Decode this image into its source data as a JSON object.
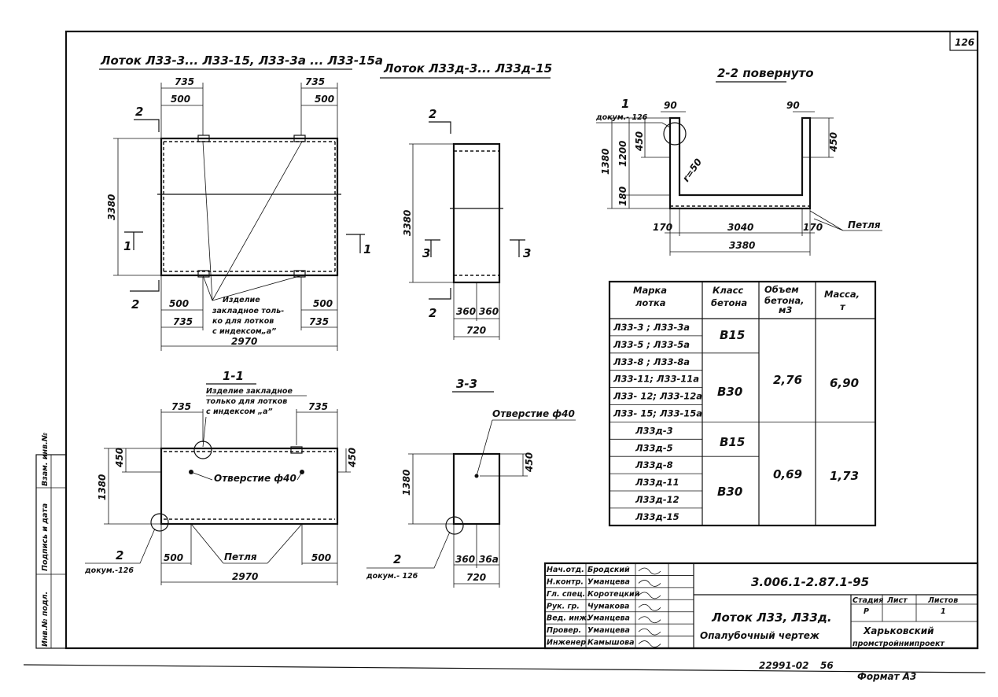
{
  "sheet_number": "126",
  "views": {
    "plan_l33": {
      "title": "Лоток Л33-3... Л33-15, Л33-3а ... Л33-15а",
      "dims": {
        "top_735_left": "735",
        "top_735_right": "735",
        "top_500_left": "500",
        "top_500_right": "500",
        "height": "3380",
        "bot_500_left": "500",
        "bot_500_right": "500",
        "bot_735_left": "735",
        "bot_735_right": "735",
        "total": "2970"
      },
      "section_marks": {
        "s2_top": "2",
        "s2_bottom": "2",
        "s1_left": "1",
        "s1_right": "1"
      },
      "note": [
        "Изделие",
        "закладное толь-",
        "ко для лотков",
        "с индексом„а”"
      ]
    },
    "plan_l33d": {
      "title": "Лоток Л33д-3... Л33д-15",
      "dims": {
        "height": "3380",
        "w1": "360",
        "w2": "360",
        "total": "720"
      },
      "section_marks": {
        "s2_top": "2",
        "s2_bottom": "2",
        "s3_left": "3",
        "s3_right": "3"
      }
    },
    "section_22": {
      "title": "2-2 повернуто",
      "dims": {
        "top_left": "90",
        "top_right": "90",
        "h_1380": "1380",
        "h_1200": "1200",
        "h_450_left": "450",
        "h_450_right": "450",
        "h_180": "180",
        "radius": "r=50",
        "bot_170_left": "170",
        "bot_170_right": "170",
        "inner": "3040",
        "total": "3380"
      },
      "callout": {
        "num": "1",
        "doc": "докум.- 126"
      },
      "loop_label": "Петля"
    },
    "section_11": {
      "title": "1-1",
      "note": [
        "Изделие закладное",
        "только для лотков",
        "с индексом „а”"
      ],
      "dims": {
        "top_left": "735",
        "top_right": "735",
        "h_450_left": "450",
        "h_450_right": "450",
        "h_1380": "1380",
        "bot_500_left": "500",
        "bot_500_right": "500",
        "total": "2970"
      },
      "hole_label": "Отверстие ф40",
      "loop_label": "Петля",
      "callout": {
        "num": "2",
        "doc": "докум.-126"
      }
    },
    "section_33": {
      "title": "3-3",
      "hole_label": "Отверстие ф40",
      "dims": {
        "h_1380": "1380",
        "h_450": "450",
        "w1": "360",
        "w2": "36а",
        "total": "720"
      },
      "callout": {
        "num": "2",
        "doc": "докум.- 126"
      }
    }
  },
  "spec_table": {
    "headers": [
      [
        "Марка",
        "лотка"
      ],
      [
        "Класс",
        "бетона"
      ],
      [
        "Объем",
        "бетона,",
        "м3"
      ],
      [
        "Масса,",
        "т"
      ]
    ],
    "marks": [
      "Л33-3 ; Л33-3а",
      "Л33-5 ; Л33-5а",
      "Л33-8 ; Л33-8а",
      "Л33-11; Л33-11а",
      "Л33- 12; Л33-12а",
      "Л33- 15; Л33-15а",
      "Л33д-3",
      "Л33д-5",
      "Л33д-8",
      "Л33д-11",
      "Л33д-12",
      "Л33д-15"
    ],
    "class_groups": [
      "В15",
      "В30",
      "В15",
      "В30"
    ],
    "volume_groups": [
      "2,76",
      "0,69"
    ],
    "mass_groups": [
      "6,90",
      "1,73"
    ]
  },
  "side_stamp": [
    "Инв.№ подл.",
    "Подпись и дата",
    "Взам. инв.№"
  ],
  "title_block": {
    "roles": [
      "Нач.отд.",
      "Н.контр.",
      "Гл. спец.",
      "Рук. гр.",
      "Вед. инж.",
      "Провер.",
      "Инженер"
    ],
    "names": [
      "Бродский",
      "Уманцева",
      "Коротецкий",
      "Чумакова",
      "Уманцева",
      "Уманцева",
      "Камышова"
    ],
    "code": "3.006.1-2.87.1-95",
    "item_title": [
      "Лоток Л33, Л33д.",
      "Опалубочный чертеж"
    ],
    "stage_headers": [
      "Стадия",
      "Лист",
      "Листов"
    ],
    "stage_values": [
      "Р",
      "",
      "1"
    ],
    "org": [
      "Харьковский",
      "промстройниипроект"
    ],
    "archive_no": "22991-02",
    "page_no": "56",
    "format": "Формат А3"
  }
}
